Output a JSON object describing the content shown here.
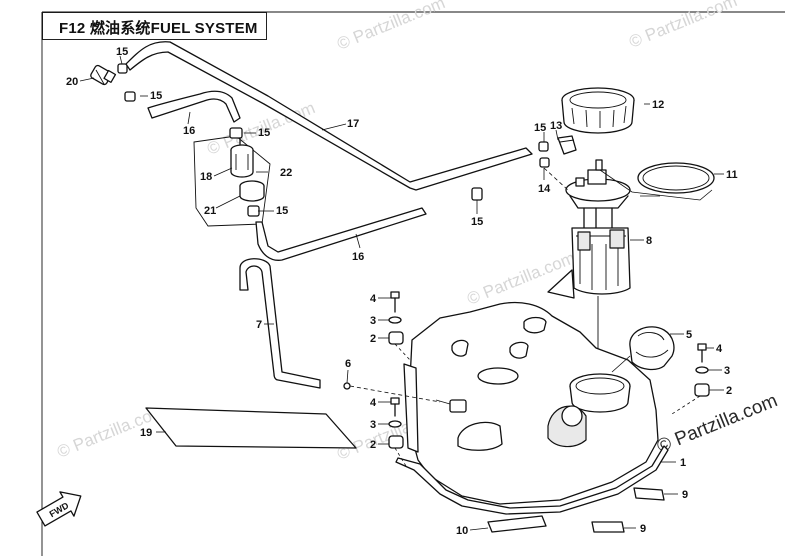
{
  "title": "F12 燃油系统FUEL SYSTEM",
  "watermarks": [
    "© Partzilla.com",
    "© Partzilla.com",
    "© Partzilla.com",
    "© Partzilla.com",
    "© Partzilla.com",
    "© Partzilla.com"
  ],
  "watermark_main": "© Partzilla.com",
  "fwd_label": "FWD",
  "callouts": {
    "c20": "20",
    "c15a": "15",
    "c15b": "15",
    "c16a": "16",
    "c15c": "15",
    "c17": "17",
    "c18": "18",
    "c22": "22",
    "c21": "21",
    "c15d": "15",
    "c15e": "15",
    "c16b": "16",
    "c12": "12",
    "c15f": "15",
    "c13": "13",
    "c14": "14",
    "c11": "11",
    "c8": "8",
    "c4a": "4",
    "c3a": "3",
    "c2a": "2",
    "c7": "7",
    "c6": "6",
    "c5": "5",
    "c4b": "4",
    "c3b": "3",
    "c2b": "2",
    "c19": "19",
    "c4c": "4",
    "c3c": "3",
    "c2c": "2",
    "c1": "1",
    "c9a": "9",
    "c10": "10",
    "c9b": "9"
  }
}
